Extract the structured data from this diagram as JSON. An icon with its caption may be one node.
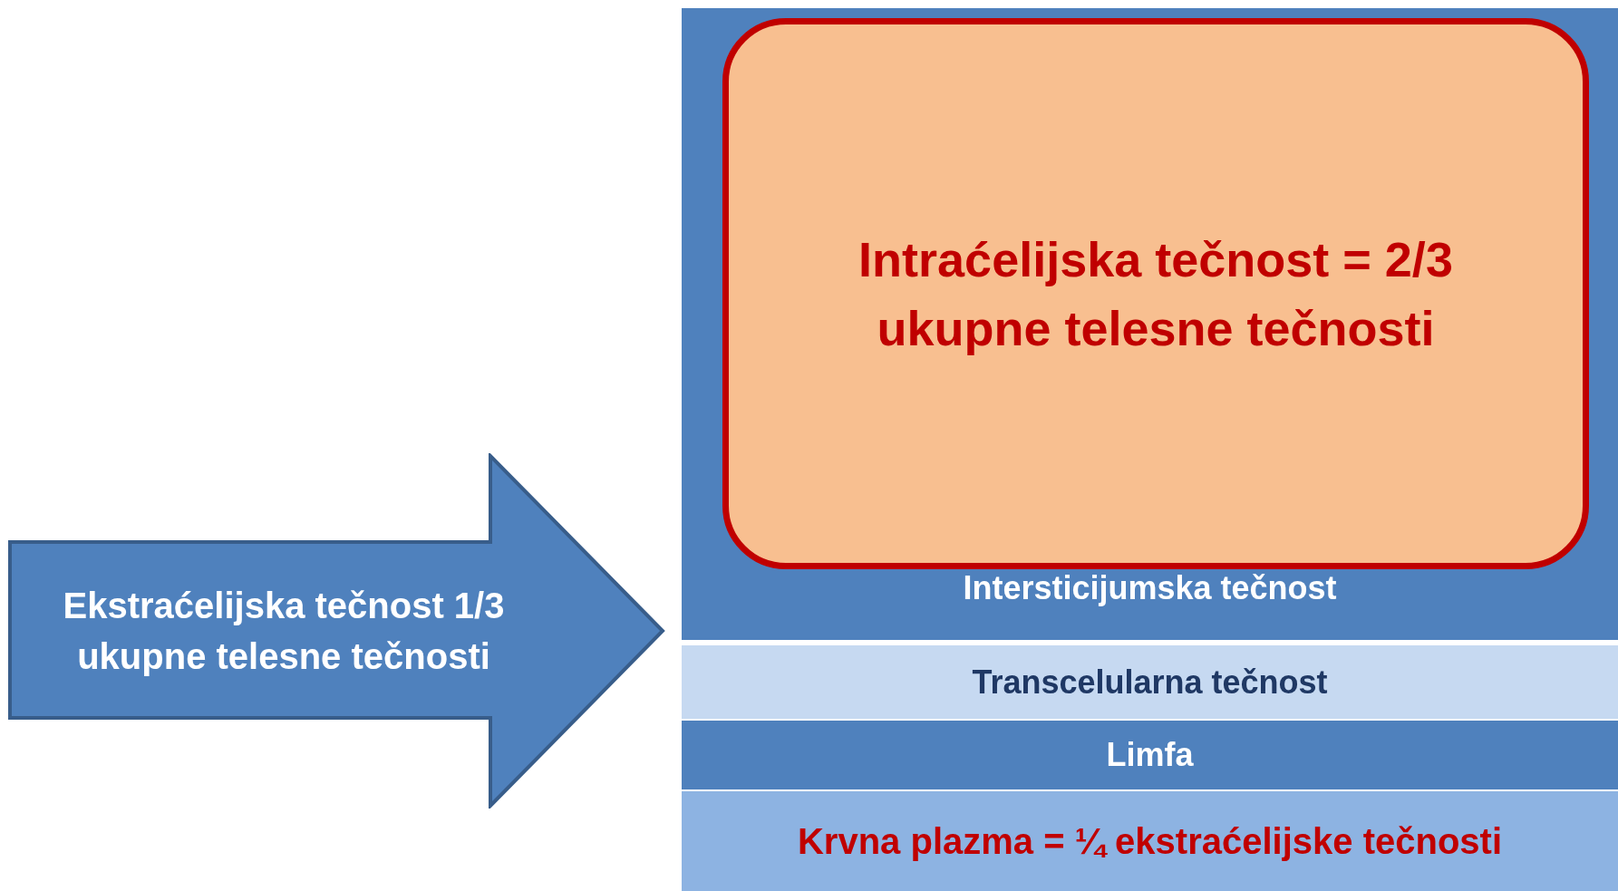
{
  "diagram": {
    "nodes": [
      {
        "text": [
          "Ekstraćelijska tečnost 1/3 ukupne telesne tečnosti"
        ]
      },
      {
        "text": [
          "Intersticijumska tečnost"
        ]
      },
      {
        "text": [
          "Intraćelijska tečnost = 2/3 ukupne telesne tečnosti"
        ],
        "in": 1
      },
      {
        "text": [
          "Transcelularna tečnost"
        ]
      },
      {
        "text": [
          "Limfa"
        ]
      },
      {
        "text": [
          "Krvna plazma = ¼ ekstraćelijske tečnosti"
        ]
      }
    ]
  }
}
